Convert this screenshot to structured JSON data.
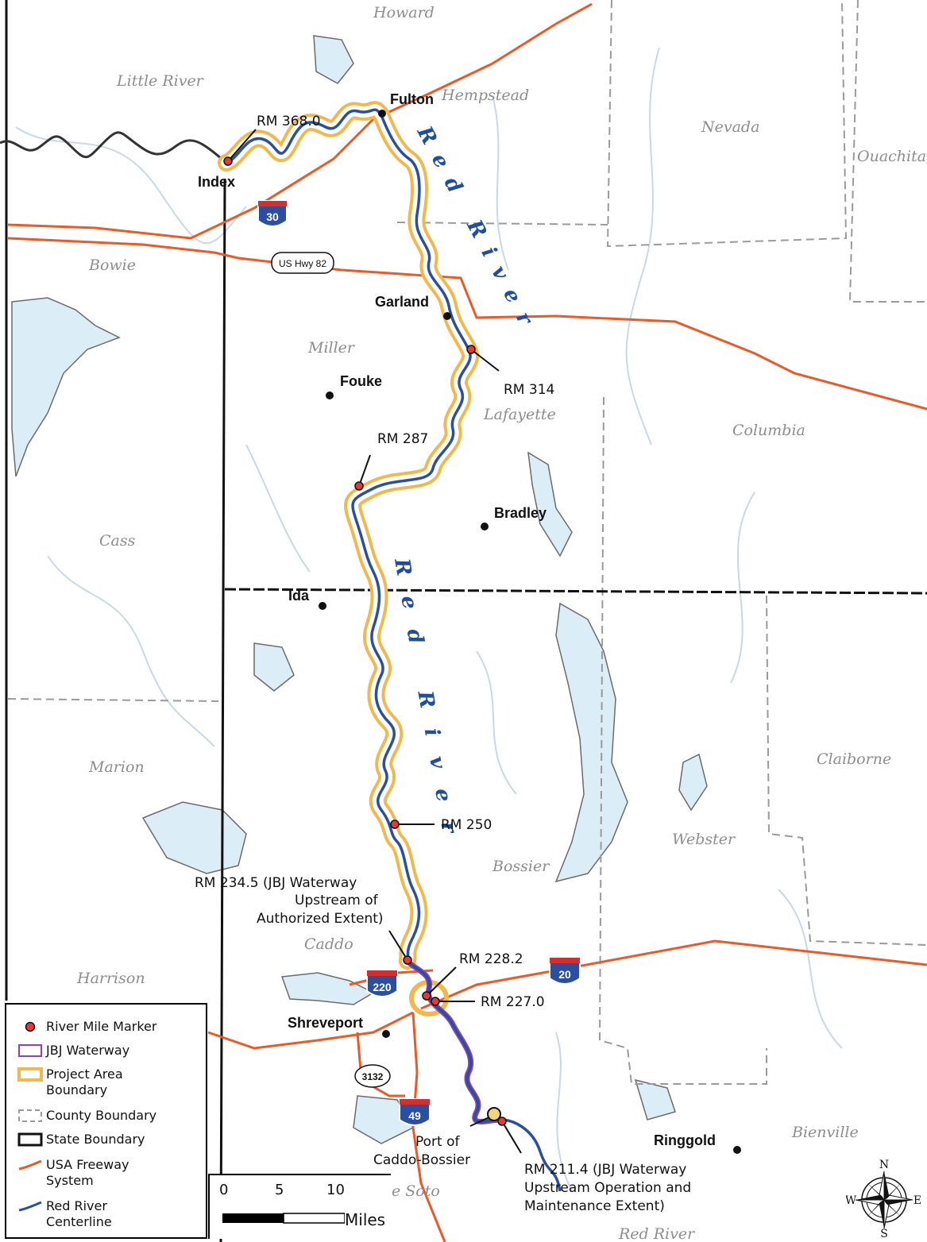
{
  "counties": {
    "howard": "Howard",
    "little_river": "Little River",
    "hempstead": "Hempstead",
    "nevada": "Nevada",
    "ouachita": "Ouachita",
    "bowie": "Bowie",
    "miller": "Miller",
    "lafayette": "Lafayette",
    "columbia": "Columbia",
    "cass": "Cass",
    "marion": "Marion",
    "claiborne": "Claiborne",
    "webster": "Webster",
    "bossier": "Bossier",
    "caddo": "Caddo",
    "harrison": "Harrison",
    "bienville": "Bienville",
    "de_soto": "e Soto",
    "red_river_parish": "Red River"
  },
  "cities": {
    "fulton": "Fulton",
    "index": "Index",
    "garland": "Garland",
    "fouke": "Fouke",
    "bradley": "Bradley",
    "ida": "Ida",
    "shreveport": "Shreveport",
    "ringgold": "Ringgold"
  },
  "river_labels": {
    "upper": "Red River",
    "lower": "Red River"
  },
  "river_miles": {
    "rm368": "RM 368.0",
    "rm314": "RM 314",
    "rm287": "RM 287",
    "rm250": "RM 250",
    "rm234_line1": "RM 234.5 (JBJ Waterway",
    "rm234_line2": "Upstream of",
    "rm234_line3": "Authorized Extent)",
    "rm228": "RM 228.2",
    "rm227": "RM 227.0",
    "rm211_line1": "RM 211.4 (JBJ Waterway",
    "rm211_line2": "Upstream Operation and",
    "rm211_line3": "Maintenance Extent)",
    "port_line1": "Port of",
    "port_line2": "Caddo-Bossier"
  },
  "highways": {
    "i30": "30",
    "us82": "US Hwy 82",
    "i220": "220",
    "i20": "20",
    "la3132": "3132",
    "i49": "49"
  },
  "legend": {
    "river_mile_marker": "River Mile Marker",
    "jbj_waterway": "JBJ Waterway",
    "project_area_line1": "Project Area",
    "project_area_line2": "Boundary",
    "county_boundary": "County Boundary",
    "state_boundary": "State Boundary",
    "freeway_line1": "USA Freeway",
    "freeway_line2": "System",
    "centerline_line1": "Red River",
    "centerline_line2": "Centerline"
  },
  "scale": {
    "tick0": "0",
    "tick5": "5",
    "tick10": "10",
    "unit": "Miles"
  },
  "compass": {
    "n": "N",
    "s": "S",
    "e": "E",
    "w": "W"
  },
  "colors": {
    "river": "#2b4fa0",
    "project_boundary": "#f2b84b",
    "jbj": "#8e44ad",
    "freeway": "#ea5a26",
    "county_line": "#9a9a9a",
    "state_line": "#111111",
    "water": "#dbeef7",
    "marker": "#e53935"
  }
}
